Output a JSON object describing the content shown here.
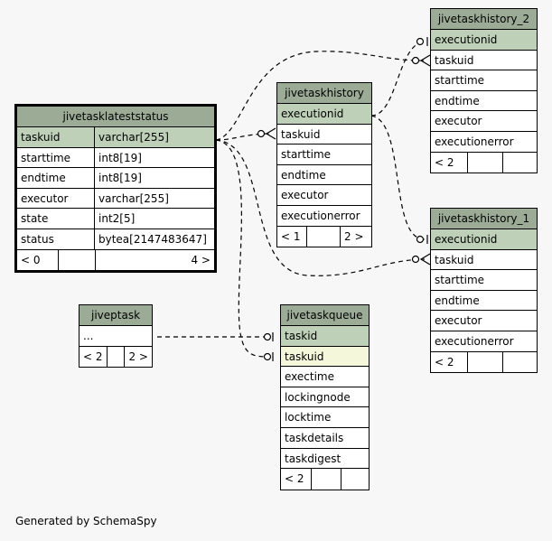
{
  "footer": "Generated by SchemaSpy",
  "tables": {
    "jivetasklateststatus": {
      "title": "jivetasklateststatus",
      "rows": [
        {
          "name": "taskuid",
          "type": "varchar[255]"
        },
        {
          "name": "starttime",
          "type": "int8[19]"
        },
        {
          "name": "endtime",
          "type": "int8[19]"
        },
        {
          "name": "executor",
          "type": "varchar[255]"
        },
        {
          "name": "state",
          "type": "int2[5]"
        },
        {
          "name": "status",
          "type": "bytea[2147483647]"
        }
      ],
      "footer_left": "< 0",
      "footer_right": "4 >"
    },
    "jiveptask": {
      "title": "jiveptask",
      "rows": [
        "..."
      ],
      "footer_left": "< 2",
      "footer_right": "2 >"
    },
    "jivetaskhistory": {
      "title": "jivetaskhistory",
      "rows": [
        "executionid",
        "taskuid",
        "starttime",
        "endtime",
        "executor",
        "executionerror"
      ],
      "footer_left": "< 1",
      "footer_right": "2 >"
    },
    "jivetaskhistory_2": {
      "title": "jivetaskhistory_2",
      "rows": [
        "executionid",
        "taskuid",
        "starttime",
        "endtime",
        "executor",
        "executionerror"
      ],
      "footer_left": "< 2"
    },
    "jivetaskhistory_1": {
      "title": "jivetaskhistory_1",
      "rows": [
        "executionid",
        "taskuid",
        "starttime",
        "endtime",
        "executor",
        "executionerror"
      ],
      "footer_left": "< 2"
    },
    "jivetaskqueue": {
      "title": "jivetaskqueue",
      "rows": [
        "taskid",
        "taskuid",
        "exectime",
        "lockingnode",
        "locktime",
        "taskdetails",
        "taskdigest"
      ],
      "footer_left": "< 2"
    }
  }
}
